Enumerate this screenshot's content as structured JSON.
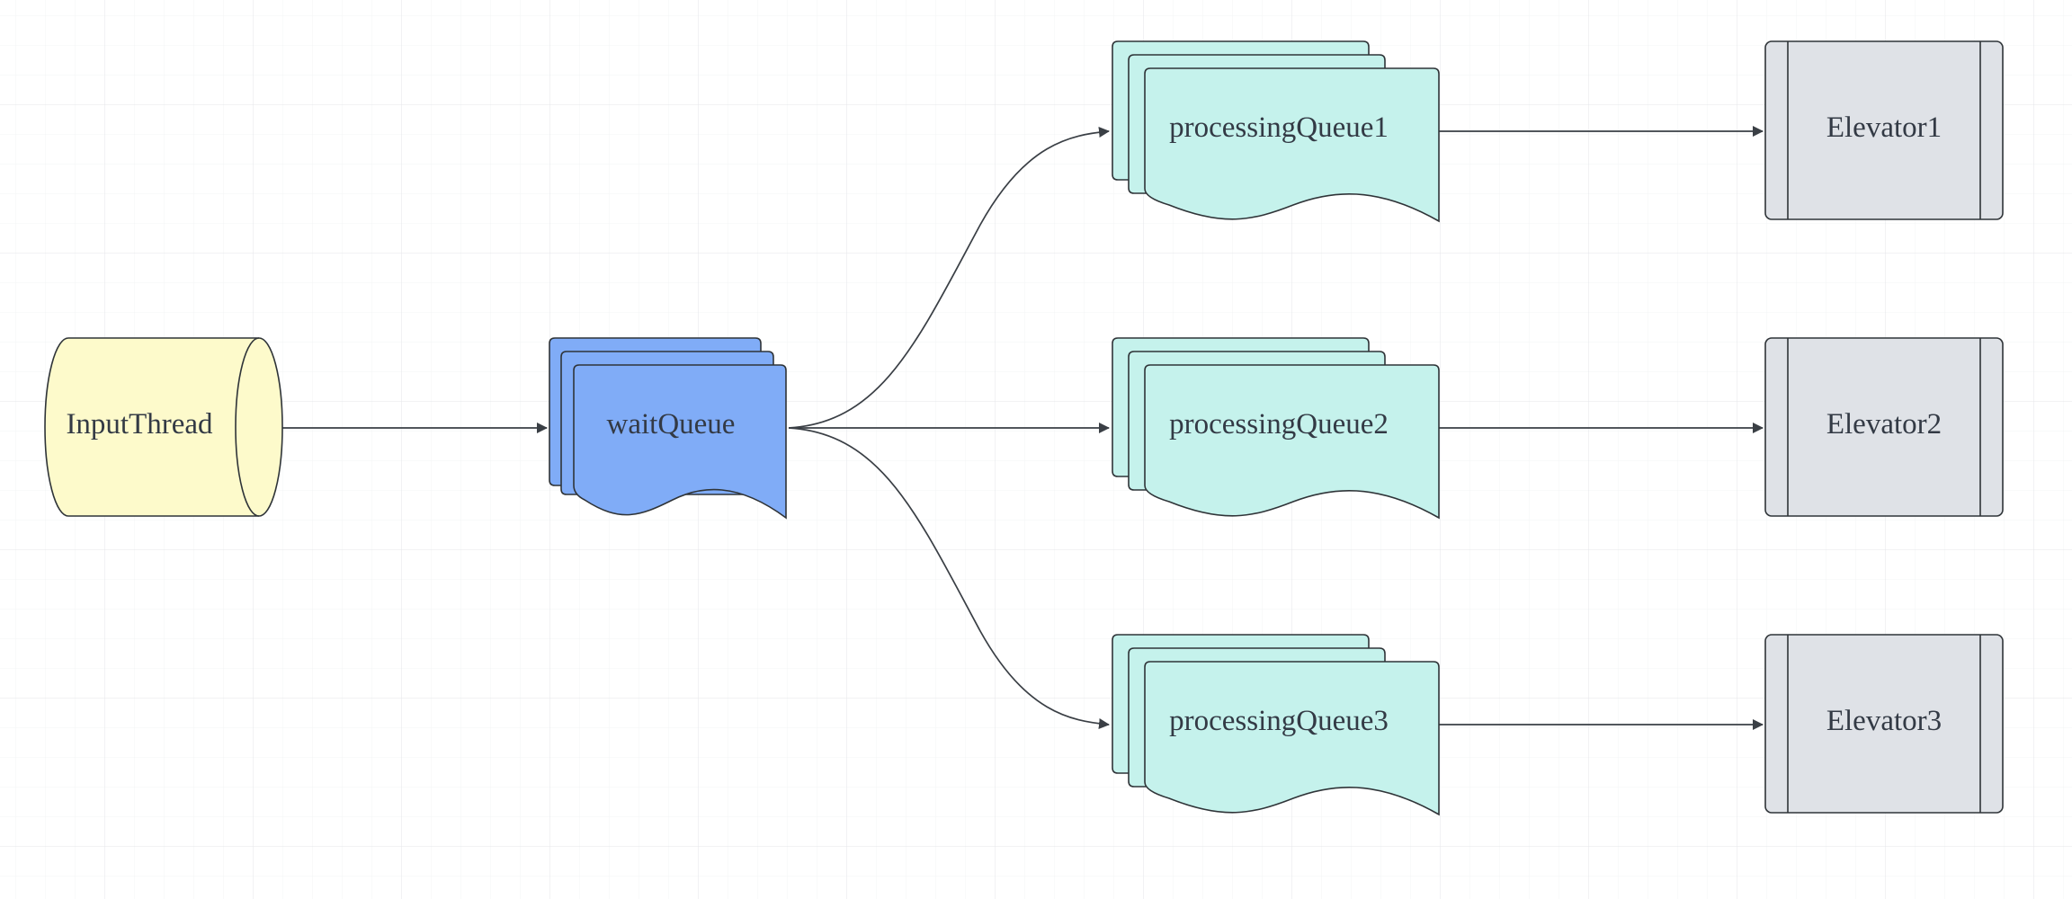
{
  "colors": {
    "background": "#ffffff",
    "grid_major": "#e4e6ea",
    "grid_minor": "#f3f4f6",
    "stroke": "#2f3438",
    "edge": "#3a3f45",
    "input_fill": "#fdfacb",
    "wait_fill": "#80acf7",
    "processing_fill": "#c5f2ec",
    "elevator_fill": "#dfe2e7",
    "text": "#333a45"
  },
  "nodes": {
    "input_thread": {
      "label": "InputThread",
      "shape": "cylinder"
    },
    "wait_queue": {
      "label": "waitQueue",
      "shape": "multi-document"
    },
    "processing_queue_1": {
      "label": "processingQueue1",
      "shape": "multi-document"
    },
    "processing_queue_2": {
      "label": "processingQueue2",
      "shape": "multi-document"
    },
    "processing_queue_3": {
      "label": "processingQueue3",
      "shape": "multi-document"
    },
    "elevator_1": {
      "label": "Elevator1",
      "shape": "predefined-process"
    },
    "elevator_2": {
      "label": "Elevator2",
      "shape": "predefined-process"
    },
    "elevator_3": {
      "label": "Elevator3",
      "shape": "predefined-process"
    }
  },
  "edges": [
    {
      "from": "InputThread",
      "to": "waitQueue"
    },
    {
      "from": "waitQueue",
      "to": "processingQueue1"
    },
    {
      "from": "waitQueue",
      "to": "processingQueue2"
    },
    {
      "from": "waitQueue",
      "to": "processingQueue3"
    },
    {
      "from": "processingQueue1",
      "to": "Elevator1"
    },
    {
      "from": "processingQueue2",
      "to": "Elevator2"
    },
    {
      "from": "processingQueue3",
      "to": "Elevator3"
    }
  ]
}
